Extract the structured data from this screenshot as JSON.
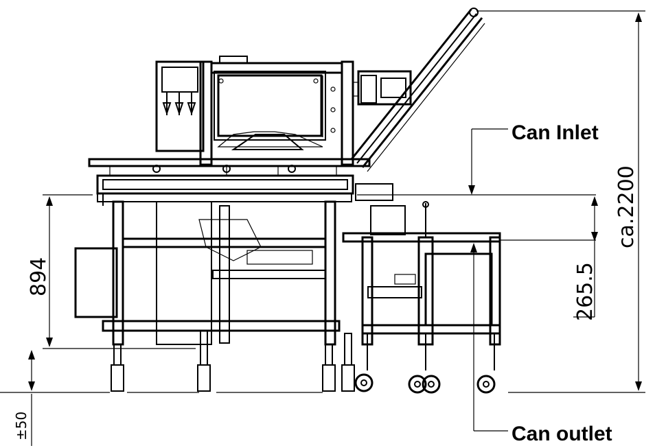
{
  "labels": {
    "can_inlet": "Can Inlet",
    "can_outlet": "Can outlet"
  },
  "dimensions": {
    "total_height": "ca.2200",
    "table_height": "894",
    "inlet_offset": "265.5",
    "foot_adjust": "±50"
  }
}
